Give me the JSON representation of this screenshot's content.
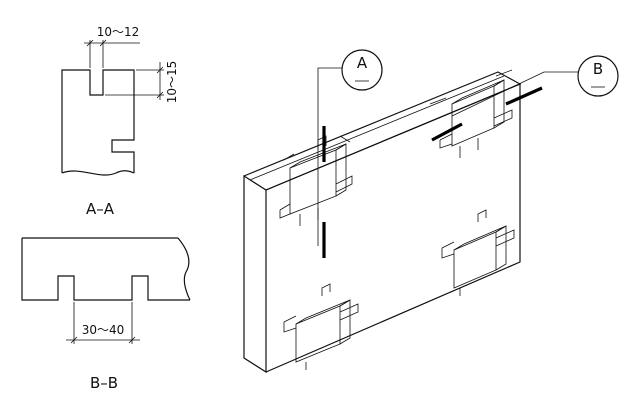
{
  "section_aa": {
    "title": "A–A",
    "slot_width_dim": "10～12",
    "slot_depth_dim": "10～15"
  },
  "section_bb": {
    "title": "B–B",
    "spacing_dim": "30～40"
  },
  "callouts": {
    "a_letter": "A",
    "b_letter": "B"
  },
  "colors": {
    "ink": "#111111",
    "paper": "#ffffff"
  }
}
